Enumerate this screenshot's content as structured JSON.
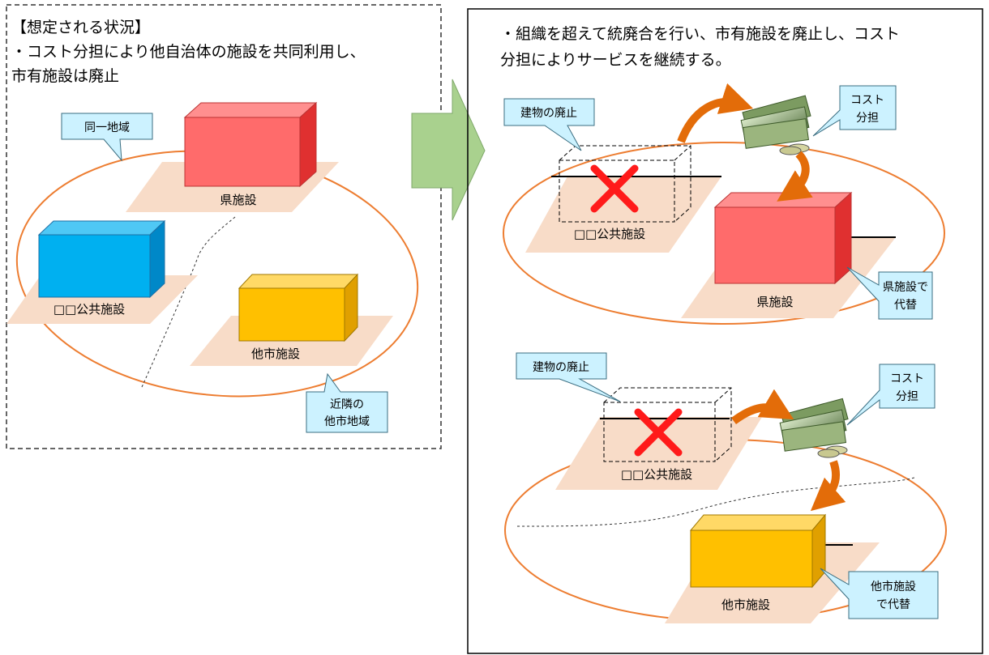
{
  "left_panel": {
    "heading": "【想定される状況】",
    "line1": "・コスト分担により他自治体の施設を共同利用し、",
    "line2": "市有施設は廃止",
    "callout_same_area": "同一地域",
    "callout_neighbor_line1": "近隣の",
    "callout_neighbor_line2": "他市地域",
    "facility_pref": "県施設",
    "facility_public": "□□公共施設",
    "facility_other_city": "他市施設"
  },
  "right_panel": {
    "line1": "・組織を超えて統廃合を行い、市有施設を廃止し、コスト",
    "line2": "分担によりサービスを継続する。",
    "top": {
      "callout_demolish": "建物の廃止",
      "callout_cost_line1": "コスト",
      "callout_cost_line2": "分担",
      "facility_removed": "□□公共施設",
      "facility_target": "県施設",
      "callout_replace_line1": "県施設で",
      "callout_replace_line2": "代替"
    },
    "bottom": {
      "callout_demolish": "建物の廃止",
      "callout_cost_line1": "コスト",
      "callout_cost_line2": "分担",
      "facility_removed": "□□公共施設",
      "facility_target": "他市施設",
      "callout_replace_line1": "他市施設",
      "callout_replace_line2": "で代替"
    }
  },
  "colors": {
    "pref_box": "#ff6b6b",
    "public_box": "#00b0f0",
    "other_city_box": "#ffc000",
    "floor": "#f8dcc8",
    "ellipse": "#ed7d31",
    "callout_fill": "#ccf2ff",
    "arrow_green": "#a9d18e",
    "cross": "#ff1a1a"
  }
}
